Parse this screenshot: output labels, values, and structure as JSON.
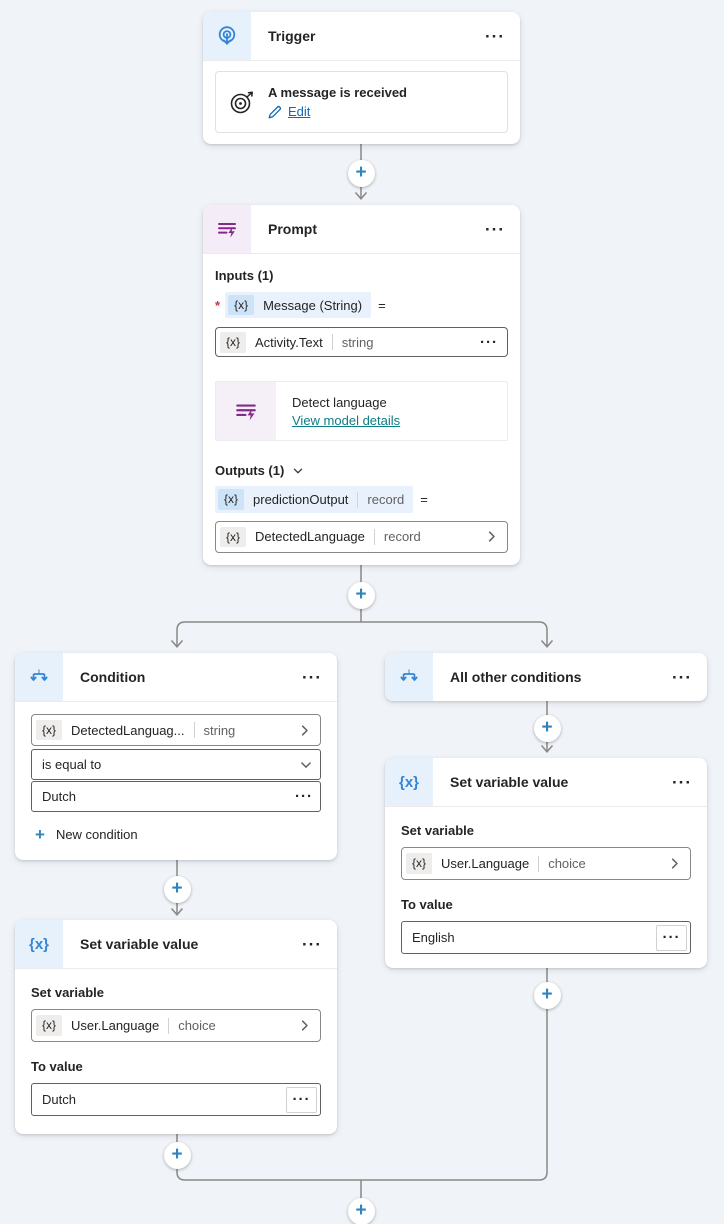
{
  "icons": {
    "more": "···",
    "plus": "+"
  },
  "colors": {
    "canvas_bg": "#F0F4F9",
    "accent_blue": "#3385D6",
    "accent_purple": "#842B8A",
    "plus_blue": "#3183BD",
    "connector_grey": "#8A8886",
    "link_blue": "#1267B4",
    "link_teal": "#0E7C86",
    "required_red": "#D13438"
  },
  "trigger": {
    "title": "Trigger",
    "item": {
      "title": "A message is received",
      "edit": "Edit"
    }
  },
  "prompt": {
    "title": "Prompt",
    "inputs_label": "Inputs (1)",
    "required_marker": "*",
    "equals": "=",
    "input_token": {
      "chip": "{x}",
      "name": "Message (String)"
    },
    "input_value": {
      "chip": "{x}",
      "name": "Activity.Text",
      "type": "string"
    },
    "model": {
      "title": "Detect language",
      "link": "View model details"
    },
    "outputs_label": "Outputs (1)",
    "output_token": {
      "chip": "{x}",
      "name": "predictionOutput",
      "type": "record"
    },
    "output_value": {
      "chip": "{x}",
      "name": "DetectedLanguage",
      "type": "record"
    }
  },
  "condition": {
    "title": "Condition",
    "operand": {
      "chip": "{x}",
      "name": "DetectedLanguag...",
      "type": "string"
    },
    "operator": "is equal to",
    "value": "Dutch",
    "new_condition": "New condition"
  },
  "all_other_conditions": {
    "title": "All other conditions"
  },
  "set_variable_left": {
    "title": "Set variable value",
    "header_chip": "{x}",
    "set_variable_label": "Set variable",
    "variable": {
      "chip": "{x}",
      "name": "User.Language",
      "type": "choice"
    },
    "to_value_label": "To value",
    "value": "Dutch"
  },
  "set_variable_right": {
    "title": "Set variable value",
    "header_chip": "{x}",
    "set_variable_label": "Set variable",
    "variable": {
      "chip": "{x}",
      "name": "User.Language",
      "type": "choice"
    },
    "to_value_label": "To value",
    "value": "English"
  }
}
